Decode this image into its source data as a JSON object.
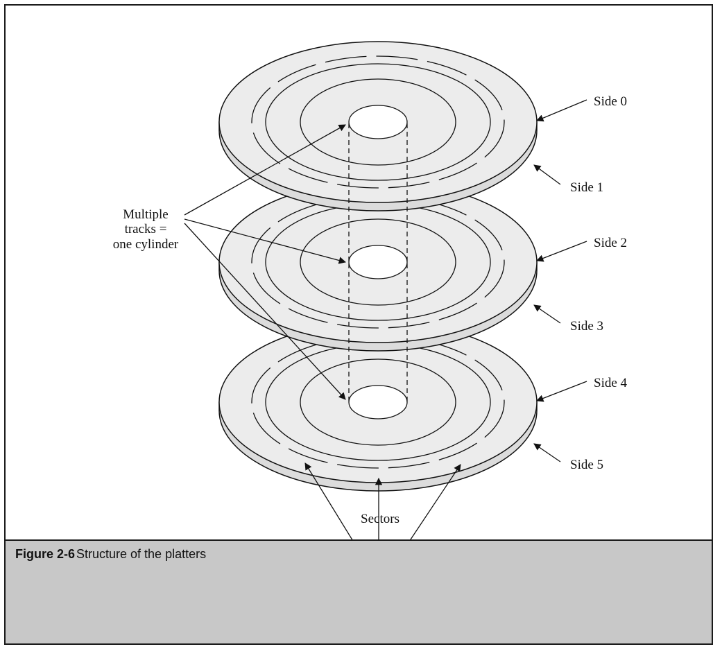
{
  "figure": {
    "label": "Figure 2-6",
    "caption": "Structure of the platters"
  },
  "labels": {
    "sides": [
      "Side 0",
      "Side 1",
      "Side 2",
      "Side 3",
      "Side 4",
      "Side 5"
    ],
    "cylinder": [
      "Multiple",
      "tracks =",
      "one cylinder"
    ],
    "sectors": "Sectors"
  },
  "colors": {
    "platter_fill": "#ececec",
    "stroke": "#111111",
    "caption_bar": "#c8c8c8"
  }
}
